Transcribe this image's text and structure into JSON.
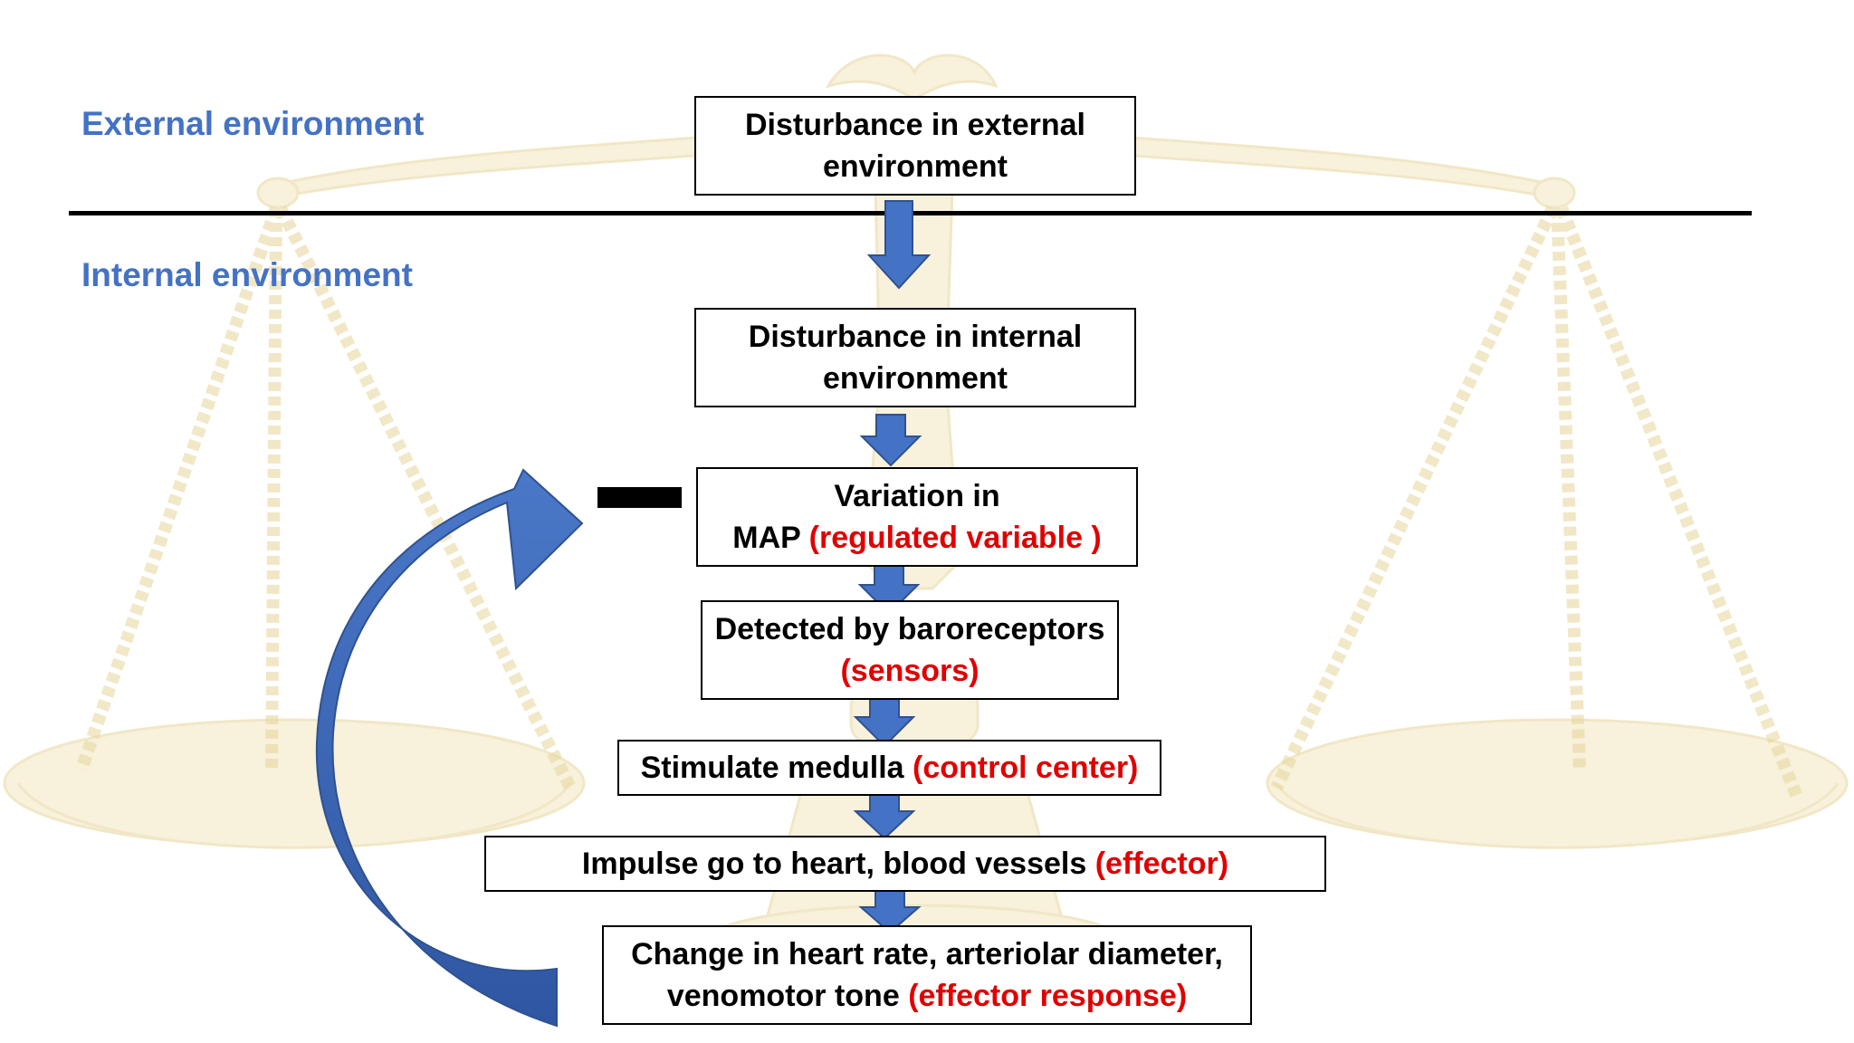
{
  "labels": {
    "external": "External environment",
    "internal": "Internal environment"
  },
  "steps": {
    "disturbance_external": {
      "line1": "Disturbance in external",
      "line2": "environment"
    },
    "disturbance_internal": {
      "line1": "Disturbance in internal",
      "line2": "environment"
    },
    "variation": {
      "line1": "Variation in",
      "line2_black": "MAP ",
      "line2_red": "(regulated variable )"
    },
    "detected": {
      "line1": "Detected by baroreceptors",
      "line2_red": "(sensors)"
    },
    "stimulate": {
      "black": "Stimulate medulla ",
      "red": "(control center)"
    },
    "impulse": {
      "black": "Impulse go to heart, blood vessels ",
      "red": "(effector)"
    },
    "change": {
      "line1": "Change in heart rate, arteriolar diameter,",
      "line2_black": "venomotor tone ",
      "line2_red": "(effector response)"
    }
  },
  "colors": {
    "label_blue": "#4472C4",
    "arrow_blue": "#4472C4",
    "highlight_red": "#E00000",
    "scale_gold": "#F2E6B8"
  },
  "icons": {
    "background": "balance-scale-illustration",
    "feedback": "negative-feedback-curved-arrow",
    "sign": "minus-sign"
  }
}
